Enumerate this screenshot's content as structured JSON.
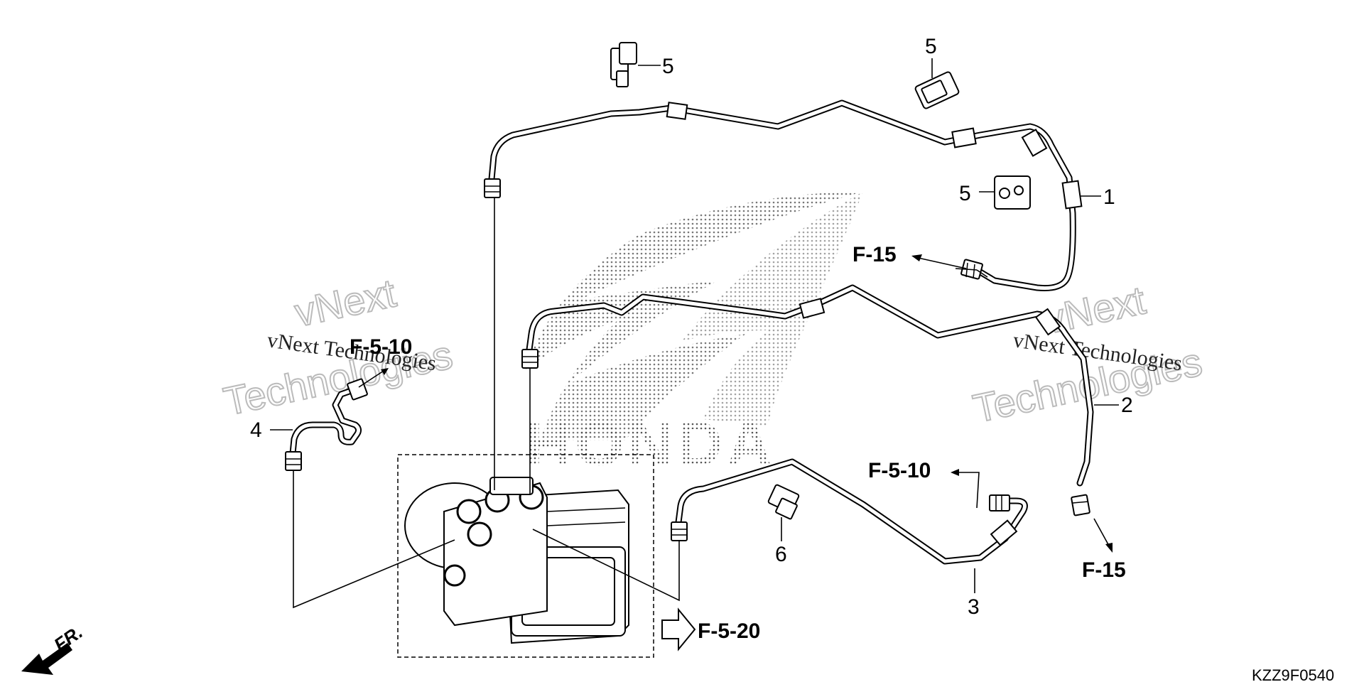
{
  "callouts": {
    "c1": "1",
    "c2": "2",
    "c3": "3",
    "c4": "4",
    "c5a": "5",
    "c5b": "5",
    "c5c": "5",
    "c6": "6"
  },
  "references": {
    "f15_top": "F-15",
    "f15_bottom": "F-15",
    "f510_left": "F-5-10",
    "f510_right": "F-5-10",
    "f520": "F-5-20"
  },
  "watermark": {
    "line": "vNext Technologies",
    "big_top": "vNext",
    "big_bottom": "Technologies"
  },
  "front_marker": "FR.",
  "diagram_code": "KZZ9F0540",
  "background_logo": "HONDA"
}
